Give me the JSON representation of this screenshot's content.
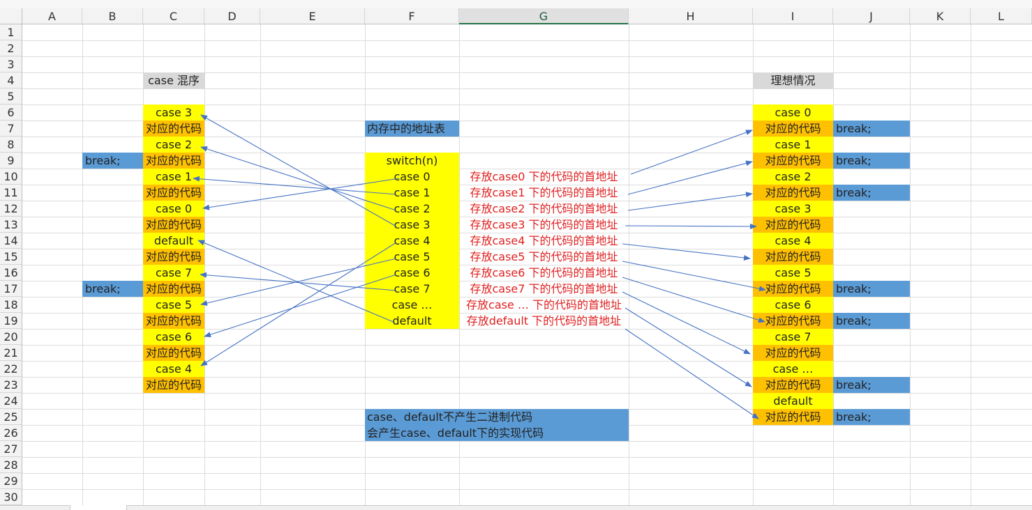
{
  "columns": [
    "A",
    "B",
    "C",
    "D",
    "E",
    "F",
    "G",
    "H",
    "I",
    "J",
    "K",
    "L"
  ],
  "selected_column": "G",
  "rows": [
    "1",
    "2",
    "3",
    "4",
    "5",
    "6",
    "7",
    "8",
    "9",
    "10",
    "11",
    "12",
    "13",
    "14",
    "15",
    "16",
    "17",
    "18",
    "19",
    "20",
    "21",
    "22",
    "23",
    "24",
    "25",
    "26",
    "27",
    "28",
    "29",
    "30"
  ],
  "left_block": {
    "header": "case 混序",
    "items": [
      "case 3",
      "对应的代码",
      "case 2",
      "对应的代码",
      "case 1",
      "对应的代码",
      "case 0",
      "对应的代码",
      "default",
      "对应的代码",
      "case 7",
      "对应的代码",
      "case 5",
      "对应的代码",
      "case 6",
      "对应的代码",
      "case 4",
      "对应的代码"
    ],
    "breaks": [
      "break;",
      "break;"
    ]
  },
  "middle_block": {
    "title": "内存中的地址表",
    "switch_label": "switch(n)",
    "entries": [
      "case 0",
      "case 1",
      "case 2",
      "case 3",
      "case 4",
      "case 5",
      "case 6",
      "case 7",
      "case …",
      "default"
    ],
    "addresses": [
      "存放case0 下的代码的首地址",
      "存放case1 下的代码的首地址",
      "存放case2 下的代码的首地址",
      "存放case3 下的代码的首地址",
      "存放case4 下的代码的首地址",
      "存放case5 下的代码的首地址",
      "存放case6 下的代码的首地址",
      "存放case7 下的代码的首地址",
      "存放case … 下的代码的首地址",
      "存放default 下的代码的首地址"
    ],
    "note_line1": "case、default不产生二进制代码",
    "note_line2": "会产生case、default下的实现代码"
  },
  "right_block": {
    "header": "理想情况",
    "items": [
      "case 0",
      "对应的代码",
      "case 1",
      "对应的代码",
      "case 2",
      "对应的代码",
      "case 3",
      "对应的代码",
      "case 4",
      "对应的代码",
      "case 5",
      "对应的代码",
      "case 6",
      "对应的代码",
      "case 7",
      "对应的代码",
      "case …",
      "对应的代码",
      "default",
      "对应的代码"
    ],
    "breaks": [
      "break;",
      "break;",
      "break;",
      "break;",
      "break;",
      "break;",
      "break;"
    ]
  },
  "colors": {
    "yellow": "#ffff00",
    "orange": "#ffc000",
    "blue": "#5b9bd5",
    "gray": "#d9d9d9",
    "red_text": "#e02020",
    "arrow": "#4472c4"
  }
}
